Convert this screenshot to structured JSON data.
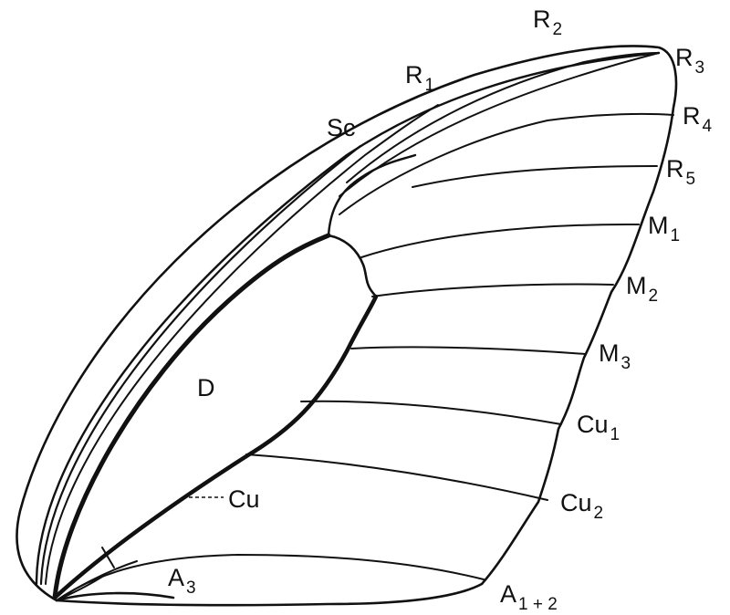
{
  "diagram": {
    "ink_color": "#111111",
    "background": "#ffffff",
    "labels": {
      "sc": {
        "main": "Sc",
        "sub": ""
      },
      "r1": {
        "main": "R",
        "sub": "1"
      },
      "r2": {
        "main": "R",
        "sub": "2"
      },
      "r3": {
        "main": "R",
        "sub": "3"
      },
      "r4": {
        "main": "R",
        "sub": "4"
      },
      "r5": {
        "main": "R",
        "sub": "5"
      },
      "m1": {
        "main": "M",
        "sub": "1"
      },
      "m2": {
        "main": "M",
        "sub": "2"
      },
      "m3": {
        "main": "M",
        "sub": "3"
      },
      "cu1": {
        "main": "Cu",
        "sub": "1"
      },
      "cu2": {
        "main": "Cu",
        "sub": "2"
      },
      "cu": {
        "main": "Cu",
        "sub": ""
      },
      "d": {
        "main": "D",
        "sub": ""
      },
      "a3": {
        "main": "A",
        "sub": "3"
      },
      "a12": {
        "main": "A",
        "sub": "1 + 2"
      }
    }
  }
}
